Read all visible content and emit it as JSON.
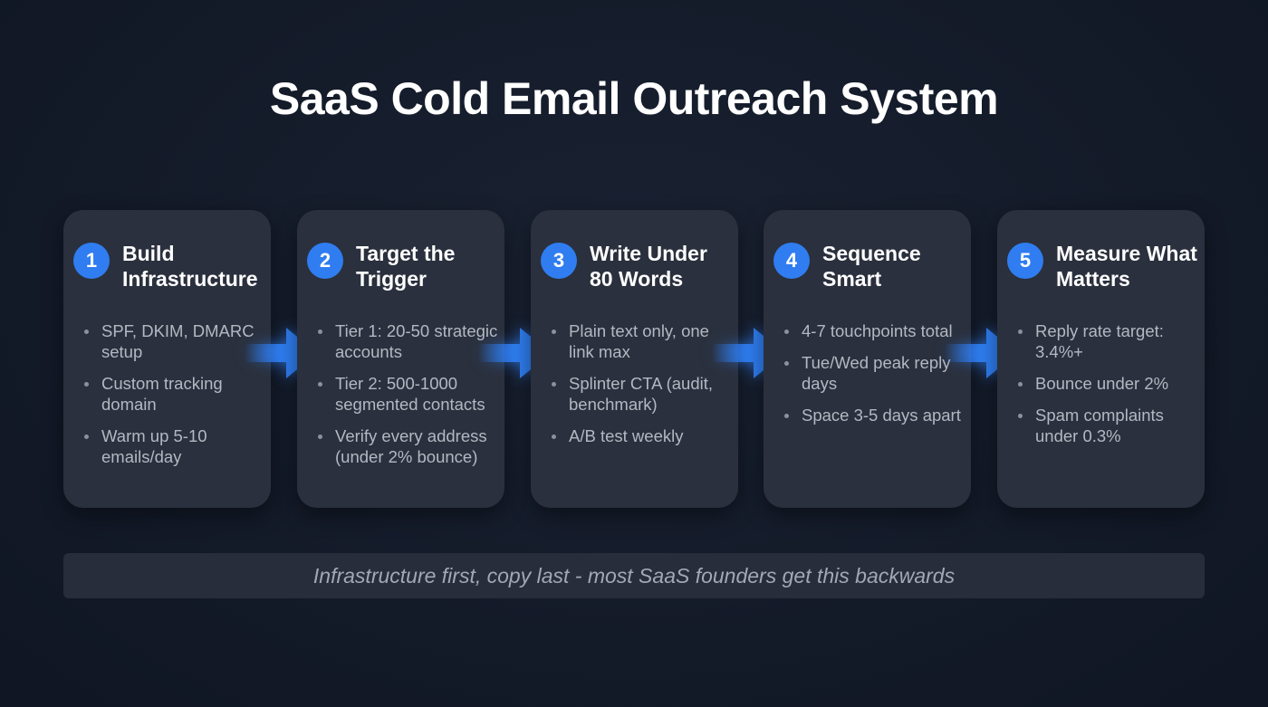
{
  "title": "SaaS Cold Email Outreach System",
  "accent_color": "#2f7df0",
  "steps": [
    {
      "number": "1",
      "title": "Build Infrastructure",
      "bullets": [
        "SPF, DKIM, DMARC setup",
        "Custom tracking domain",
        "Warm up 5-10 emails/day"
      ]
    },
    {
      "number": "2",
      "title": "Target the Trigger",
      "bullets": [
        "Tier 1: 20-50 strategic accounts",
        "Tier 2: 500-1000 segmented contacts",
        "Verify every address (under 2% bounce)"
      ]
    },
    {
      "number": "3",
      "title": "Write Under 80 Words",
      "bullets": [
        "Plain text only, one link max",
        "Splinter CTA (audit, benchmark)",
        "A/B test weekly"
      ]
    },
    {
      "number": "4",
      "title": "Sequence Smart",
      "bullets": [
        "4-7 touchpoints total",
        "Tue/Wed peak reply days",
        "Space 3-5 days apart"
      ]
    },
    {
      "number": "5",
      "title": "Measure What Matters",
      "bullets": [
        "Reply rate target: 3.4%+",
        "Bounce under 2%",
        "Spam complaints under 0.3%"
      ]
    }
  ],
  "footer": "Infrastructure first, copy last - most SaaS founders get this backwards"
}
